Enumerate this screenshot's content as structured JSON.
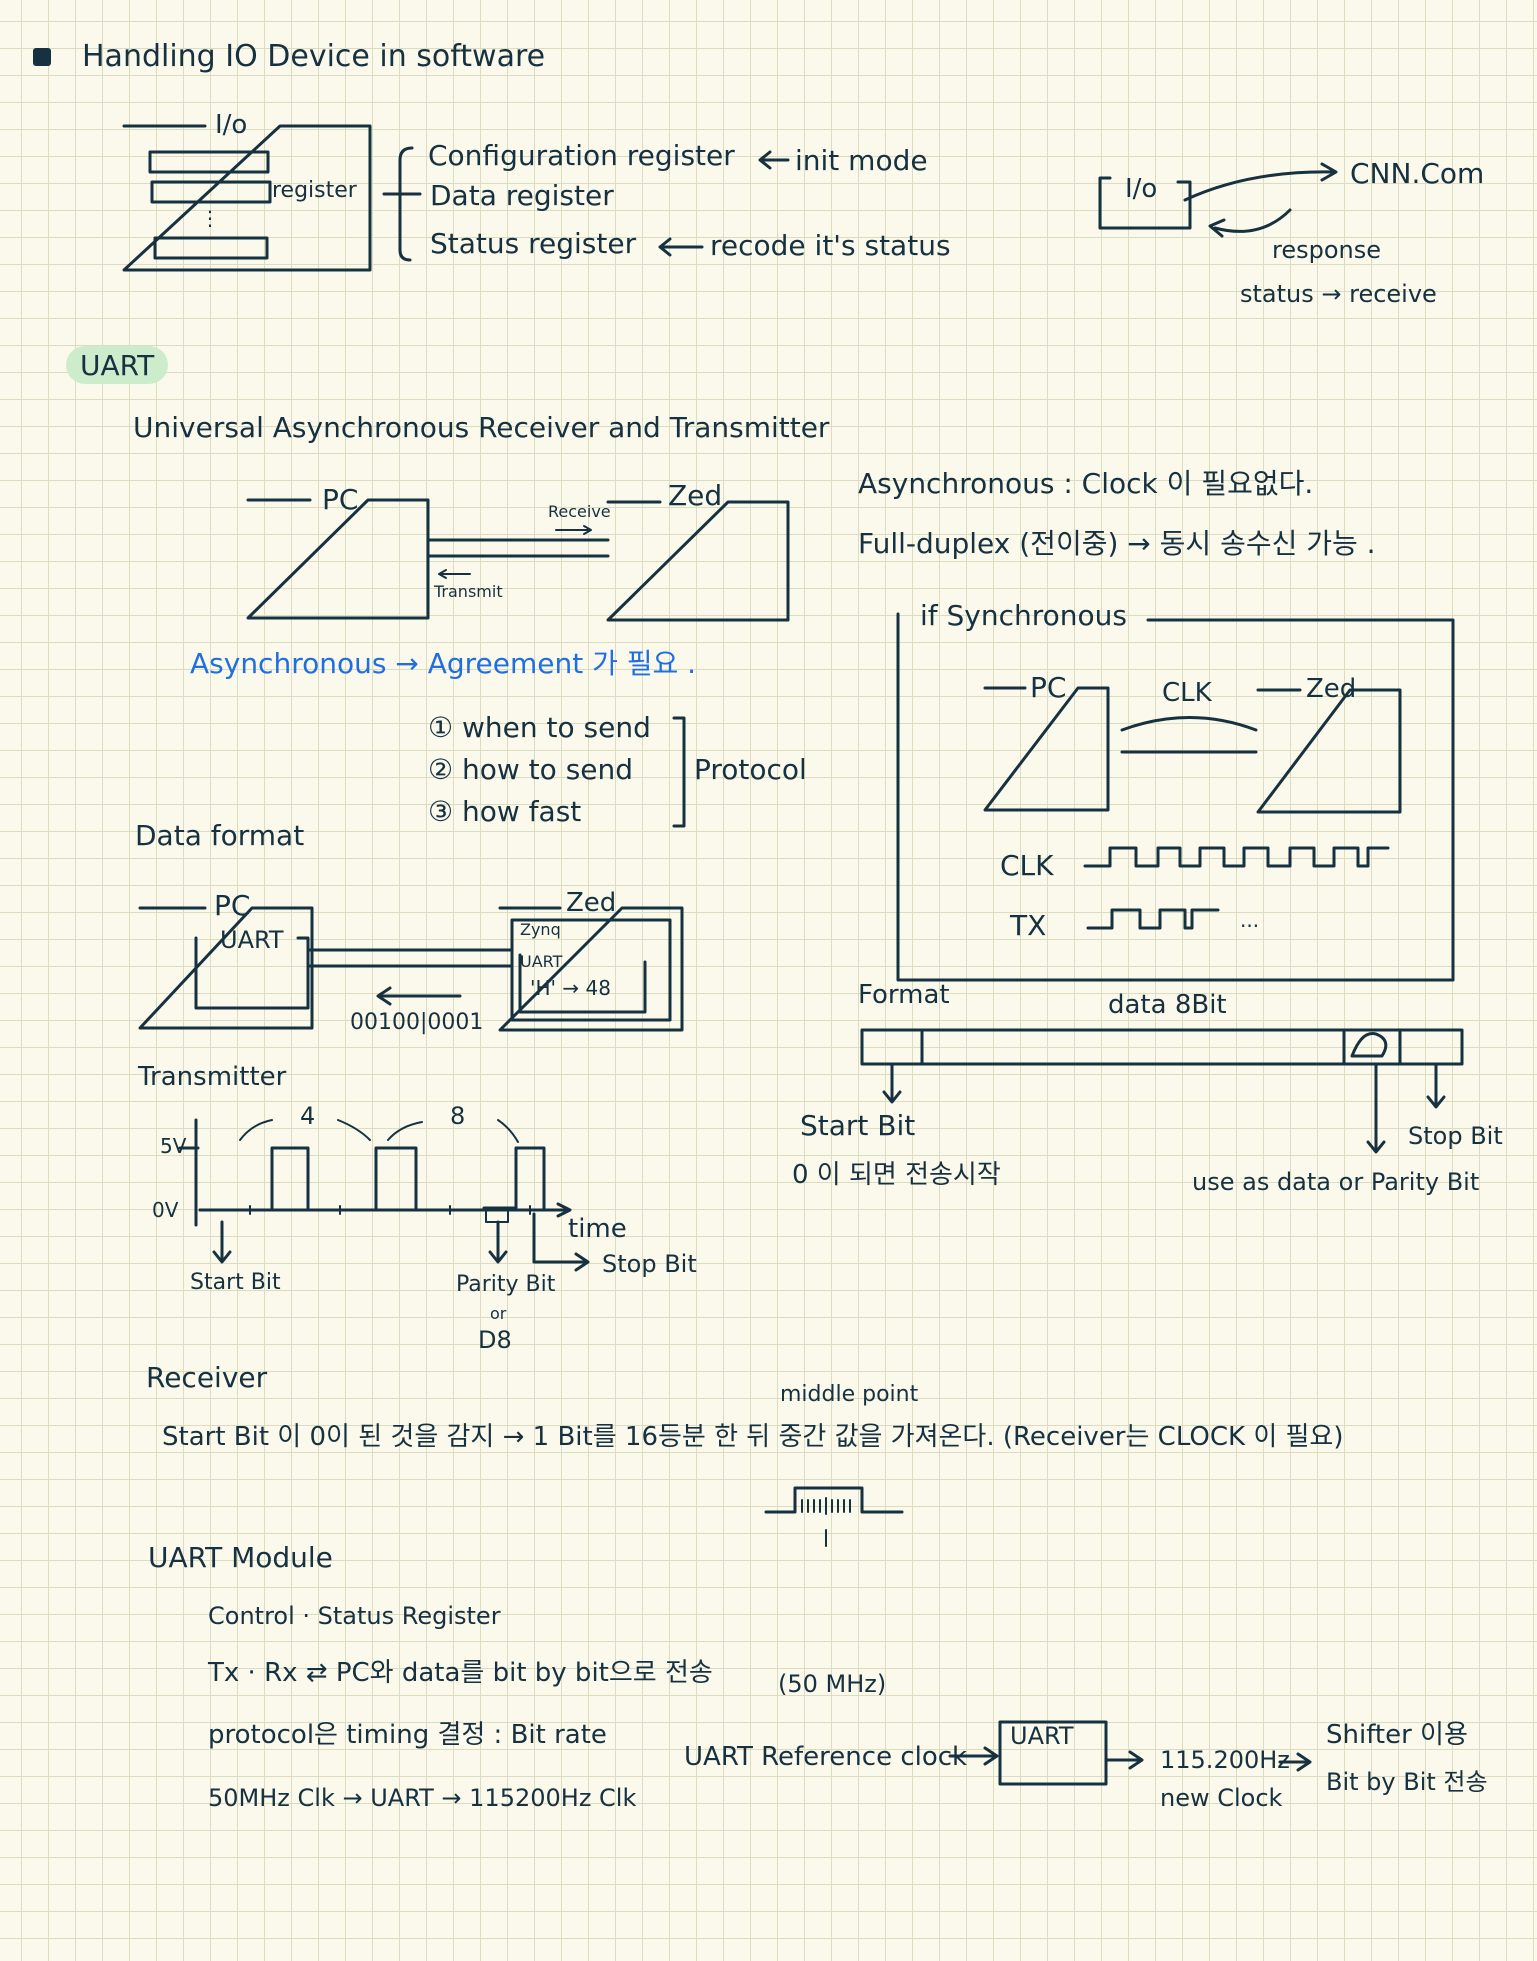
{
  "heading": "Handling IO Device in software",
  "io_diagram": {
    "box_label": "I/o",
    "register_label": "register",
    "config": "Configuration register",
    "config_note": "init mode",
    "data": "Data register",
    "status": "Status register",
    "status_note": "recode it's status",
    "dots": "⋮"
  },
  "cnn": {
    "io": "I/o",
    "target": "CNN.Com",
    "response": "response",
    "status_receive": "status → receive"
  },
  "uart": {
    "badge": "UART",
    "full_name": "Universal Asynchronous Receiver and Transmitter",
    "pc": "PC",
    "zed": "Zed",
    "receive": "Receive",
    "transmit": "Transmit",
    "async_note": "Asynchronous → Agreement 가 필요 .",
    "protocol_items": [
      "① when to send",
      "② how to send",
      "③ how fast"
    ],
    "protocol": "Protocol",
    "asynchronous": "Asynchronous  :  Clock 이 필요없다.",
    "full_duplex": "Full-duplex (전이중) → 동시 송수신 가능 ."
  },
  "sync": {
    "title": "if Synchronous",
    "pc": "PC",
    "clk_label": "CLK",
    "zed": "Zed",
    "clk": "CLK",
    "tx": "TX",
    "ellipsis": "..."
  },
  "data_format": {
    "title": "Data format",
    "pc": "PC",
    "uart": "UART",
    "zed": "Zed",
    "zynq": "Zynq",
    "uart_inner": "UART",
    "h_to_48": "'H' → 48",
    "bits": "00100|0001"
  },
  "format": {
    "title": "Format",
    "data_label": "data 8Bit",
    "start_bit": "Start Bit",
    "start_note": "0 이 되면 전송시작",
    "stop_bit": "Stop Bit",
    "parity_note": "use as data or Parity Bit"
  },
  "transmitter": {
    "title": "Transmitter",
    "five_v": "5V",
    "zero_v": "0V",
    "four": "4",
    "eight": "8",
    "time": "time",
    "start_bit": "Start Bit",
    "stop_bit": "Stop Bit",
    "parity": "Parity Bit",
    "or": "or",
    "d8": "D8"
  },
  "receiver": {
    "title": "Receiver",
    "middle_point": "middle point",
    "text": "Start Bit 이 0이 된 것을 감지   →  1 Bit를 16등분 한 뒤  중간 값을 가져온다.  (Receiver는  CLOCK 이 필요)"
  },
  "module": {
    "title": "UART Module",
    "line1": "Control · Status Register",
    "line2": "Tx · Rx ⇄ PC와 data를 bit by bit으로  전송",
    "line3": "protocol은  timing  결정   :  Bit rate",
    "line4": "50MHz  Clk → UART → 115200Hz  Clk",
    "mhz": "(50 MHz)",
    "ref_clock": "UART  Reference  clock",
    "uart_box": "UART",
    "new_hz": "115.200Hz",
    "new_clock": "new Clock",
    "shifter": "Shifter 이용",
    "bit_by_bit": "Bit by Bit 전송"
  }
}
